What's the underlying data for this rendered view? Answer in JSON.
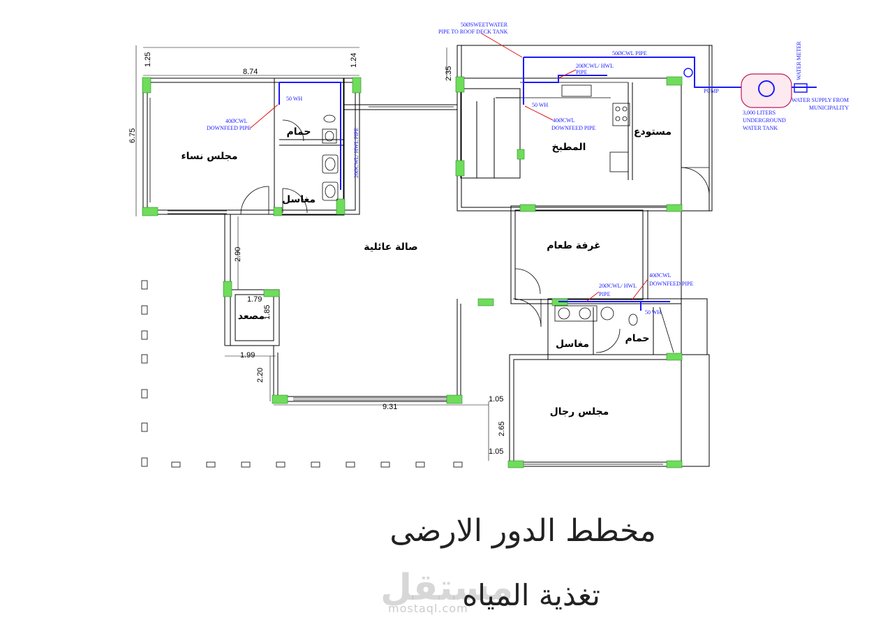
{
  "rooms": {
    "women_majlis": "مجلس نساء",
    "bathroom_1": "حمام",
    "wash_1": "مغاسل",
    "family_hall": "صالة عائلية",
    "kitchen": "المطبخ",
    "store": "مستودع",
    "dining": "غرفة طعام",
    "elevator": "مصعد",
    "wash_2": "مغاسل",
    "bathroom_2": "حمام",
    "men_majlis": "مجلس رجال"
  },
  "dimensions": {
    "d1": "1.25",
    "d2": "8.74",
    "d3": "1.24",
    "d4": "6.75",
    "d5": "2.90",
    "d6": "1.99",
    "d7": "2.20",
    "d8": "9.31",
    "d9": "2.65",
    "d10": "1.05",
    "d11": "1.05",
    "d12": "2.35",
    "d13": "1.79",
    "d14": "1.85"
  },
  "pipe_notes": {
    "sweetwater_1": "50ØSWEETWATER",
    "sweetwater_2": "PIPE TO ROOF DECK TANK",
    "cwl_main": "50ØCWL PIPE",
    "cwl_hwl_k1": "20ØCWL/ HWL",
    "cwl_hwl_k2": "PIPE",
    "downfeed_k1": "40ØCWL",
    "downfeed_k2": "DOWNFEED PIPE",
    "downfeed_w1": "40ØCWL",
    "downfeed_w2": "DOWNFEED PIPE",
    "vertical_w": "20ØCWL/ HWL PIPE",
    "wh_1": "50 WH",
    "wh_2": "50 WH",
    "wh_3": "50 WH",
    "cwl_hwl_m1": "20ØCWL/ HWL",
    "cwl_hwl_m2": "PIPE",
    "downfeed_m1": "40ØCWL",
    "downfeed_m2": "DOWNFEED PIPE",
    "pump": "PUMP",
    "tank_1": "3,000 LITERS",
    "tank_2": "UNDERGROUND",
    "tank_3": "WATER TANK",
    "meter": "WATER METER",
    "supply_1": "WATER SUPPLY FROM",
    "supply_2": "MUNICIPALITY"
  },
  "title": {
    "main": "مخطط الدور الارضى",
    "sub": "تغذية المياه"
  },
  "watermark": {
    "main": "مستقل",
    "sub": "mostaql.com"
  },
  "colors": {
    "wall": "#000000",
    "column": "#6fdc5a",
    "pipe_blue": "#1a1aff",
    "leader_red": "#e01010",
    "dim_green": "#2fbf2f"
  }
}
